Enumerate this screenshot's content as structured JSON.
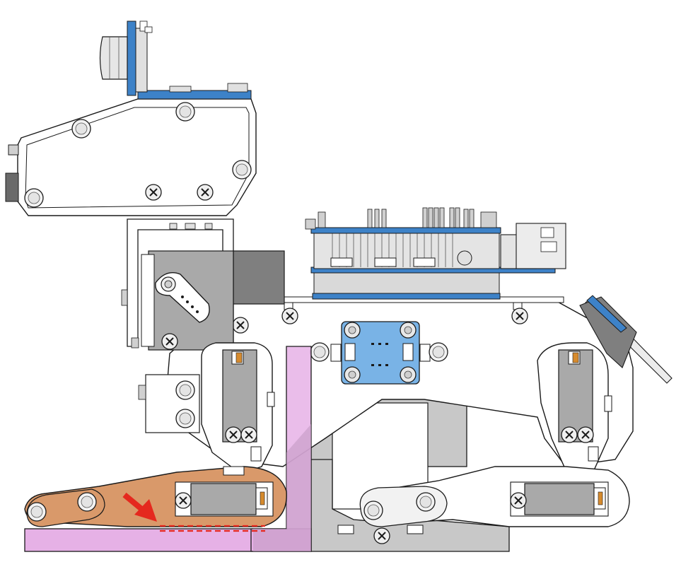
{
  "colors": {
    "background": "#ffffff",
    "line": "#1a1a1a",
    "panel": "#ffffff",
    "servo_body": "#a9a9a9",
    "servo_dark": "#7f7f7f",
    "gray_part": "#c8c8c8",
    "gray_part_dark": "#b4b4b4",
    "pcb_blue": "#3d82c8",
    "pcb_blue_light": "#79b3e6",
    "heatsink": "#d9d9d9",
    "pink_highlight": "#e6b1e6",
    "pink_overlap": "#c39ac3",
    "tibia_orange": "#d9996a",
    "arrow_red": "#e5281e",
    "dashed_red": "#e5281e",
    "screw_head": "#efefef"
  },
  "parts": {
    "sensor_bracket": "head-bracket",
    "ultrasonic_sensor": "ultrasonic-sensor",
    "neck_servo": "neck-servo",
    "compute_board": "compute-board-stack",
    "body_plate": "body-plate",
    "center_module": "blue-sensor-module",
    "front_leg_servo": "front-leg-servo",
    "rear_leg_servo": "rear-leg-servo",
    "front_tibia": "front-tibia-highlighted",
    "rear_tibia": "rear-tibia",
    "ground_contact": "ground-contact-highlight",
    "pink_l_bracket": "l-bracket-highlight",
    "direction_arrow": "red-arrow-indicator",
    "contact_line": "red-dashed-contact-line"
  }
}
